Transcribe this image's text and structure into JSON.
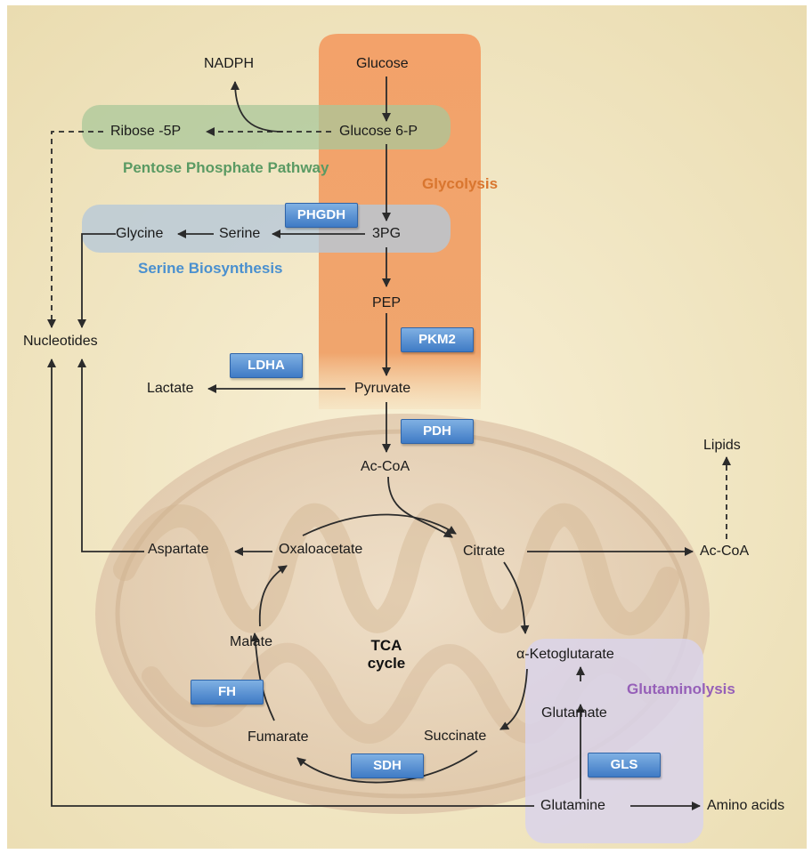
{
  "regions": {
    "glycolysis": "Glycolysis",
    "pentose": "Pentose Phosphate Pathway",
    "serine": "Serine Biosynthesis",
    "glutaminolysis": "Glutaminolysis",
    "tca_line1": "TCA",
    "tca_line2": "cycle"
  },
  "metabolites": {
    "glucose": "Glucose",
    "nadph": "NADPH",
    "glucose6p": "Glucose 6-P",
    "ribose5p": "Ribose -5P",
    "pg3": "3PG",
    "serine": "Serine",
    "glycine": "Glycine",
    "pep": "PEP",
    "nucleotides": "Nucleotides",
    "pyruvate": "Pyruvate",
    "lactate": "Lactate",
    "accoa_mito": "Ac-CoA",
    "lipids": "Lipids",
    "accoa_cyto": "Ac-CoA",
    "aspartate": "Aspartate",
    "oxaloacetate": "Oxaloacetate",
    "citrate": "Citrate",
    "malate": "Malate",
    "akg": "α-Ketoglutarate",
    "glutamate": "Glutamate",
    "fumarate": "Fumarate",
    "succinate": "Succinate",
    "glutamine": "Glutamine",
    "amino_acids": "Amino acids"
  },
  "enzymes": {
    "phgdh": "PHGDH",
    "pkm2": "PKM2",
    "ldha": "LDHA",
    "pdh": "PDH",
    "fh": "FH",
    "sdh": "SDH",
    "gls": "GLS"
  },
  "colors": {
    "background": "#f3e9c8",
    "glycolysis_fill": "#f3a26a",
    "glycolysis_text": "#d9762f",
    "pentose_fill": "#a9c79a",
    "pentose_text": "#5a9a63",
    "serine_fill": "#b6c8d8",
    "serine_text": "#4a90cf",
    "glutaminolysis_fill": "#d9d3ea",
    "glutaminolysis_text": "#9660b8",
    "mitochondrion": "#e6cfb3",
    "enzyme_box": "#5b93d6",
    "arrow": "#2b2b2b"
  }
}
